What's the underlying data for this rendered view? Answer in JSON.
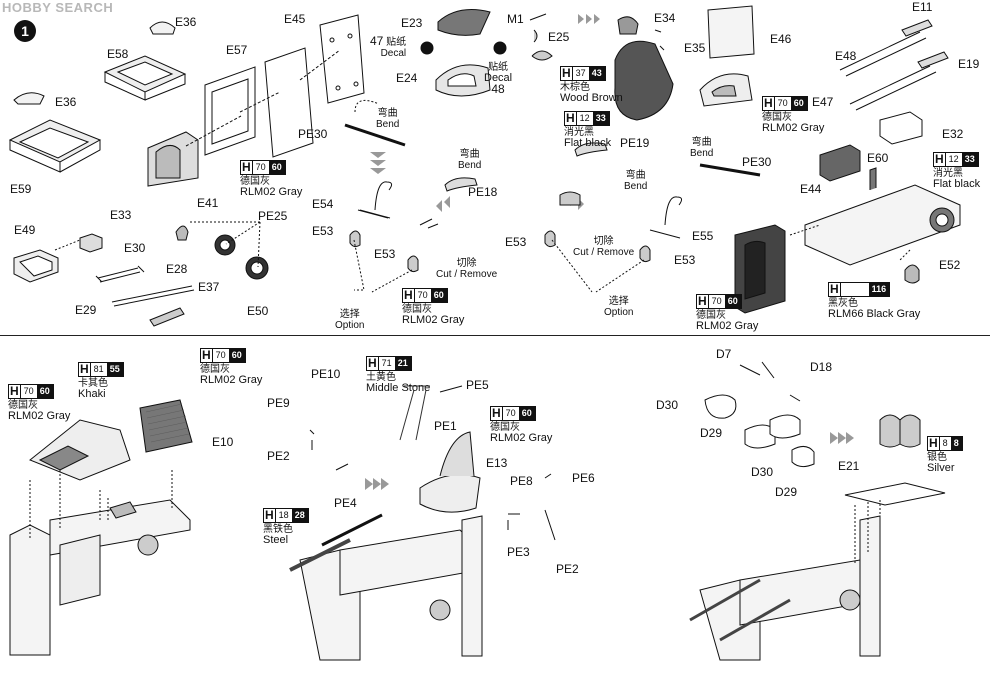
{
  "watermark": "HOBBY SEARCH",
  "step_number": "1",
  "parts": {
    "E36a": "E36",
    "E58": "E58",
    "E57": "E57",
    "E45": "E45",
    "E23": "E23",
    "E24": "E24",
    "M1": "M1",
    "E25": "E25",
    "E34": "E34",
    "E35": "E35",
    "E46": "E46",
    "E11": "E11",
    "E48": "E48",
    "E19": "E19",
    "E47": "E47",
    "E36b": "E36",
    "E59": "E59",
    "PE30a": "PE30",
    "PE18": "PE18",
    "PE19": "PE19",
    "PE30b": "PE30",
    "E32": "E32",
    "E60": "E60",
    "E44": "E44",
    "E52": "E52",
    "E41": "E41",
    "PE25": "PE25",
    "E50": "E50",
    "E54": "E54",
    "E53a": "E53",
    "E53b": "E53",
    "E53c": "E53",
    "E53d": "E53",
    "E55": "E55",
    "E49": "E49",
    "E33": "E33",
    "E30": "E30",
    "E28": "E28",
    "E37": "E37",
    "E29": "E29",
    "E10": "E10",
    "PE10": "PE10",
    "PE9": "PE9",
    "PE2a": "PE2",
    "PE4": "PE4",
    "PE5": "PE5",
    "PE1": "PE1",
    "E13": "E13",
    "PE8": "PE8",
    "PE6": "PE6",
    "PE3": "PE3",
    "PE2b": "PE2",
    "D7": "D7",
    "D18": "D18",
    "D30a": "D30",
    "D29a": "D29",
    "D30b": "D30",
    "D29b": "D29",
    "E21": "E21"
  },
  "notes": {
    "decal47": {
      "num": "47",
      "cn": "贴纸",
      "en": "Decal"
    },
    "decal48": {
      "num": "48",
      "cn": "贴纸",
      "en": "Decal"
    },
    "bend_cn": "弯曲",
    "bend_en": "Bend",
    "cut_cn": "切除",
    "cut_en": "Cut / Remove",
    "option_cn": "选择",
    "option_en": "Option"
  },
  "paints": {
    "rlm02_a": {
      "h": "H",
      "n1": "70",
      "n2": "60",
      "cn": "德国灰",
      "en": "RLM02 Gray"
    },
    "wood": {
      "h": "H",
      "n1": "37",
      "n2": "43",
      "cn": "木棕色",
      "en": "Wood Brown"
    },
    "flat_a": {
      "h": "H",
      "n1": "12",
      "n2": "33",
      "cn": "消光黑",
      "en": "Flat black"
    },
    "rlm02_b": {
      "h": "H",
      "n1": "70",
      "n2": "60",
      "cn": "德国灰",
      "en": "RLM02 Gray"
    },
    "flat_b": {
      "h": "H",
      "n1": "12",
      "n2": "33",
      "cn": "消光黑",
      "en": "Flat black"
    },
    "rlm66": {
      "h": "H",
      "n1": "",
      "n2": "116",
      "cn": "黑灰色",
      "en": "RLM66 Black Gray"
    },
    "rlm02_c": {
      "h": "H",
      "n1": "70",
      "n2": "60",
      "cn": "德国灰",
      "en": "RLM02 Gray"
    },
    "rlm02_d": {
      "h": "H",
      "n1": "70",
      "n2": "60",
      "cn": "德国灰",
      "en": "RLM02 Gray"
    },
    "rlm02_e": {
      "h": "H",
      "n1": "70",
      "n2": "60",
      "cn": "德国灰",
      "en": "RLM02 Gray"
    },
    "khaki": {
      "h": "H",
      "n1": "81",
      "n2": "55",
      "cn": "卡其色",
      "en": "Khaki"
    },
    "rlm02_f": {
      "h": "H",
      "n1": "70",
      "n2": "60",
      "cn": "德国灰",
      "en": "RLM02 Gray"
    },
    "middle": {
      "h": "H",
      "n1": "71",
      "n2": "21",
      "cn": "土黄色",
      "en": "Middle Stone"
    },
    "rlm02_g": {
      "h": "H",
      "n1": "70",
      "n2": "60",
      "cn": "德国灰",
      "en": "RLM02 Gray"
    },
    "steel": {
      "h": "H",
      "n1": "18",
      "n2": "28",
      "cn": "黑铁色",
      "en": "Steel"
    },
    "silver": {
      "h": "H",
      "n1": "8",
      "n2": "8",
      "cn": "银色",
      "en": "Silver"
    }
  }
}
